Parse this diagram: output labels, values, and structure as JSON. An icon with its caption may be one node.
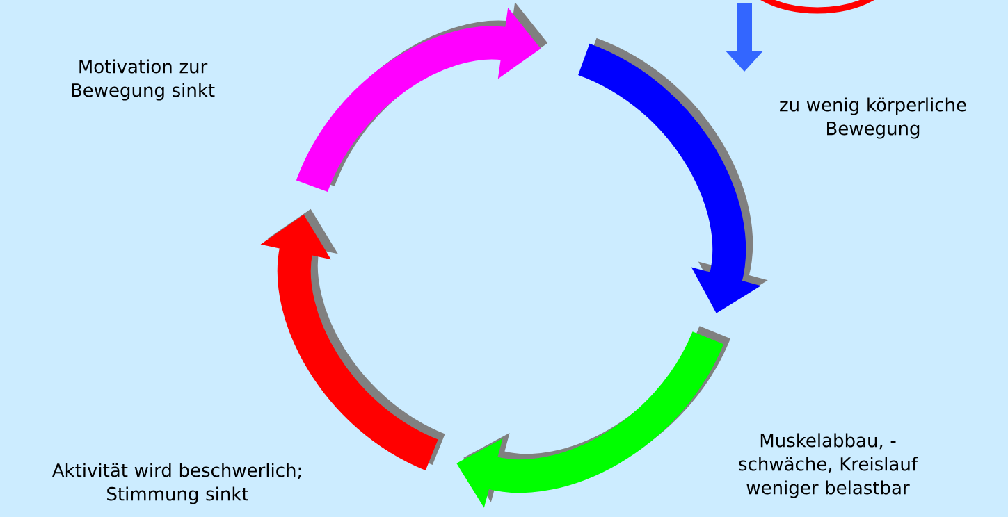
{
  "diagram": {
    "nodes": [
      {
        "text": [],
        "shape": "ellipse"
      },
      {
        "text": [
          "zu wenig körperliche Bewegung"
        ]
      }
    ],
    "edges": [
      {
        "from": 0,
        "to": 1,
        "arrow": "to",
        "color": "#3366ff"
      }
    ],
    "labels": [
      "Motivation zur Bewegung sinkt",
      "Muskelabbau, - schwäche, Kreislauf weniger belastbar",
      "Aktivität wird beschwerlich; Stimmung sinkt"
    ]
  }
}
